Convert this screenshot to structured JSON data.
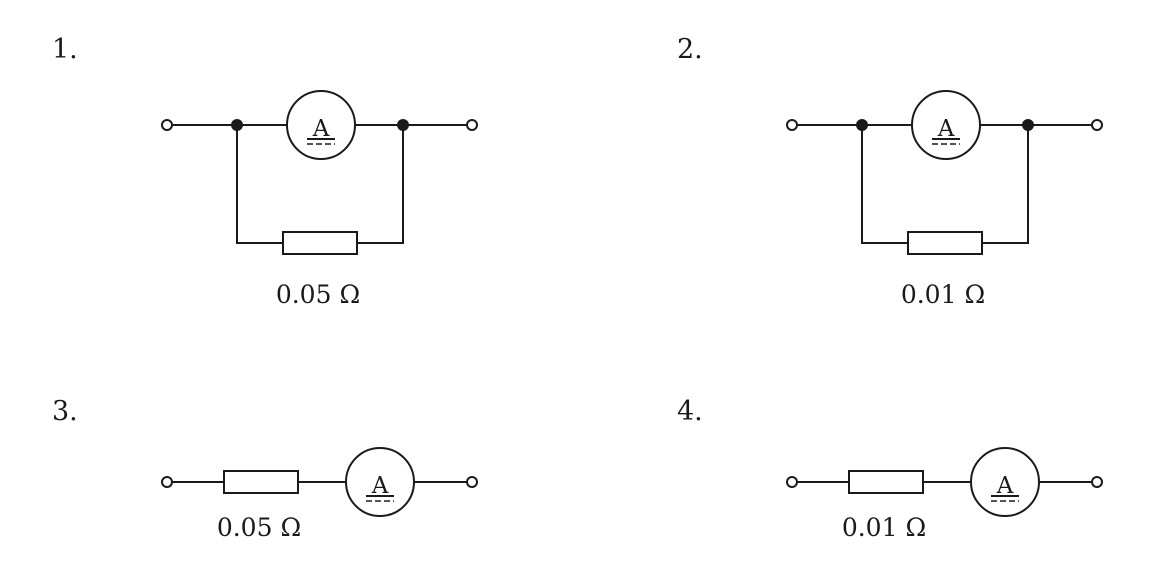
{
  "circuits": [
    {
      "number": "1.",
      "resistor": "0.05 Ω",
      "meter": "A"
    },
    {
      "number": "2.",
      "resistor": "0.01 Ω",
      "meter": "A"
    },
    {
      "number": "3.",
      "resistor": "0.05 Ω",
      "meter": "A"
    },
    {
      "number": "4.",
      "resistor": "0.01 Ω",
      "meter": "A"
    }
  ]
}
